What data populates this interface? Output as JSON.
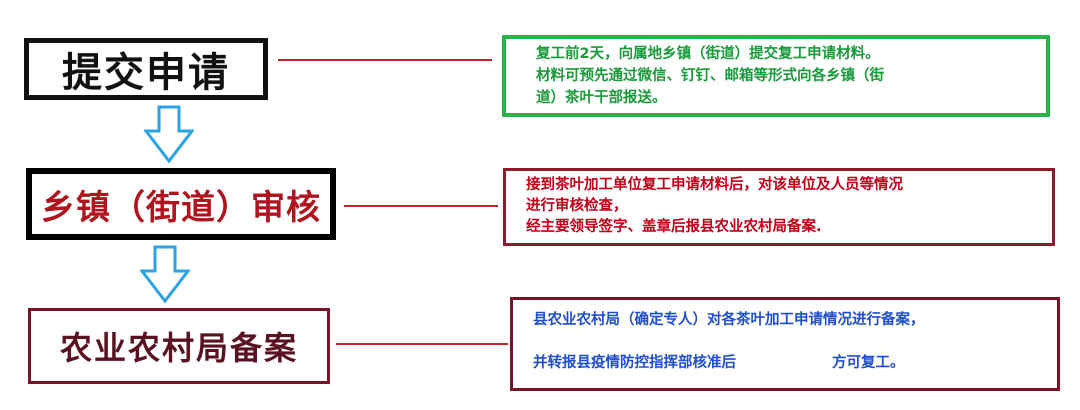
{
  "steps": [
    {
      "label": "提交申请",
      "color": "#111111"
    },
    {
      "label": "乡镇（街道）审核",
      "color": "#b0141e"
    },
    {
      "label": "农业农村局备案",
      "color": "#5a1220"
    }
  ],
  "notes": {
    "submit": {
      "lines": [
        "复工前2天，向属地乡镇（街道）提交复工申请材料。",
        "材料可预先通过微信、钉钉、邮箱等形式向各乡镇（街",
        "道）茶叶干部报送。"
      ],
      "text_color": "#1a9a3a",
      "border_color": "#2bb24a"
    },
    "review": {
      "lines": [
        "接到茶叶加工单位复工申请材料后，对该单位及人员等情况",
        "进行审核检查，",
        "经主要领导签字、盖章后报县农业农村局备案."
      ],
      "text_color": "#c00018",
      "border_color": "#8b1a2b"
    },
    "record": {
      "line1": "县农业农村局（确定专人）对各茶叶加工申请情况进行备案，",
      "line2a": "并转报县疫情防控指挥部核准后",
      "line2b": "方可复工。",
      "text_color": "#1f4fd0",
      "border_color": "#7a1326"
    }
  },
  "connector_color": "#c0272d",
  "arrow_color": "#29a3e6"
}
